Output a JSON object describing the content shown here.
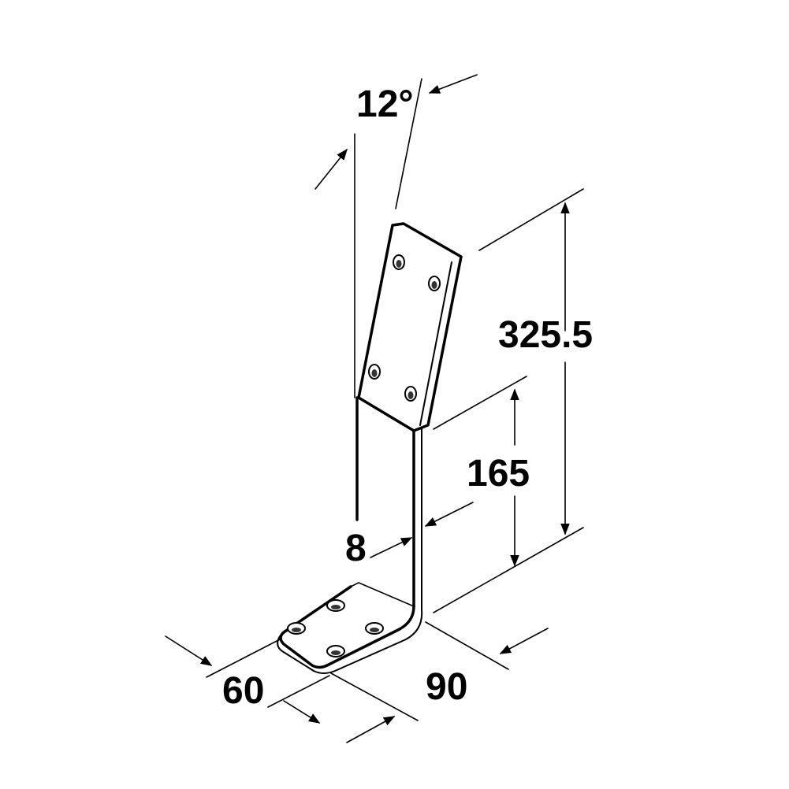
{
  "dimensions": {
    "angle": "12°",
    "total_height": "325.5",
    "lower_height": "165",
    "thickness": "8",
    "base_depth": "60",
    "base_width": "90"
  },
  "colors": {
    "ink": "#000000",
    "background": "#ffffff"
  }
}
